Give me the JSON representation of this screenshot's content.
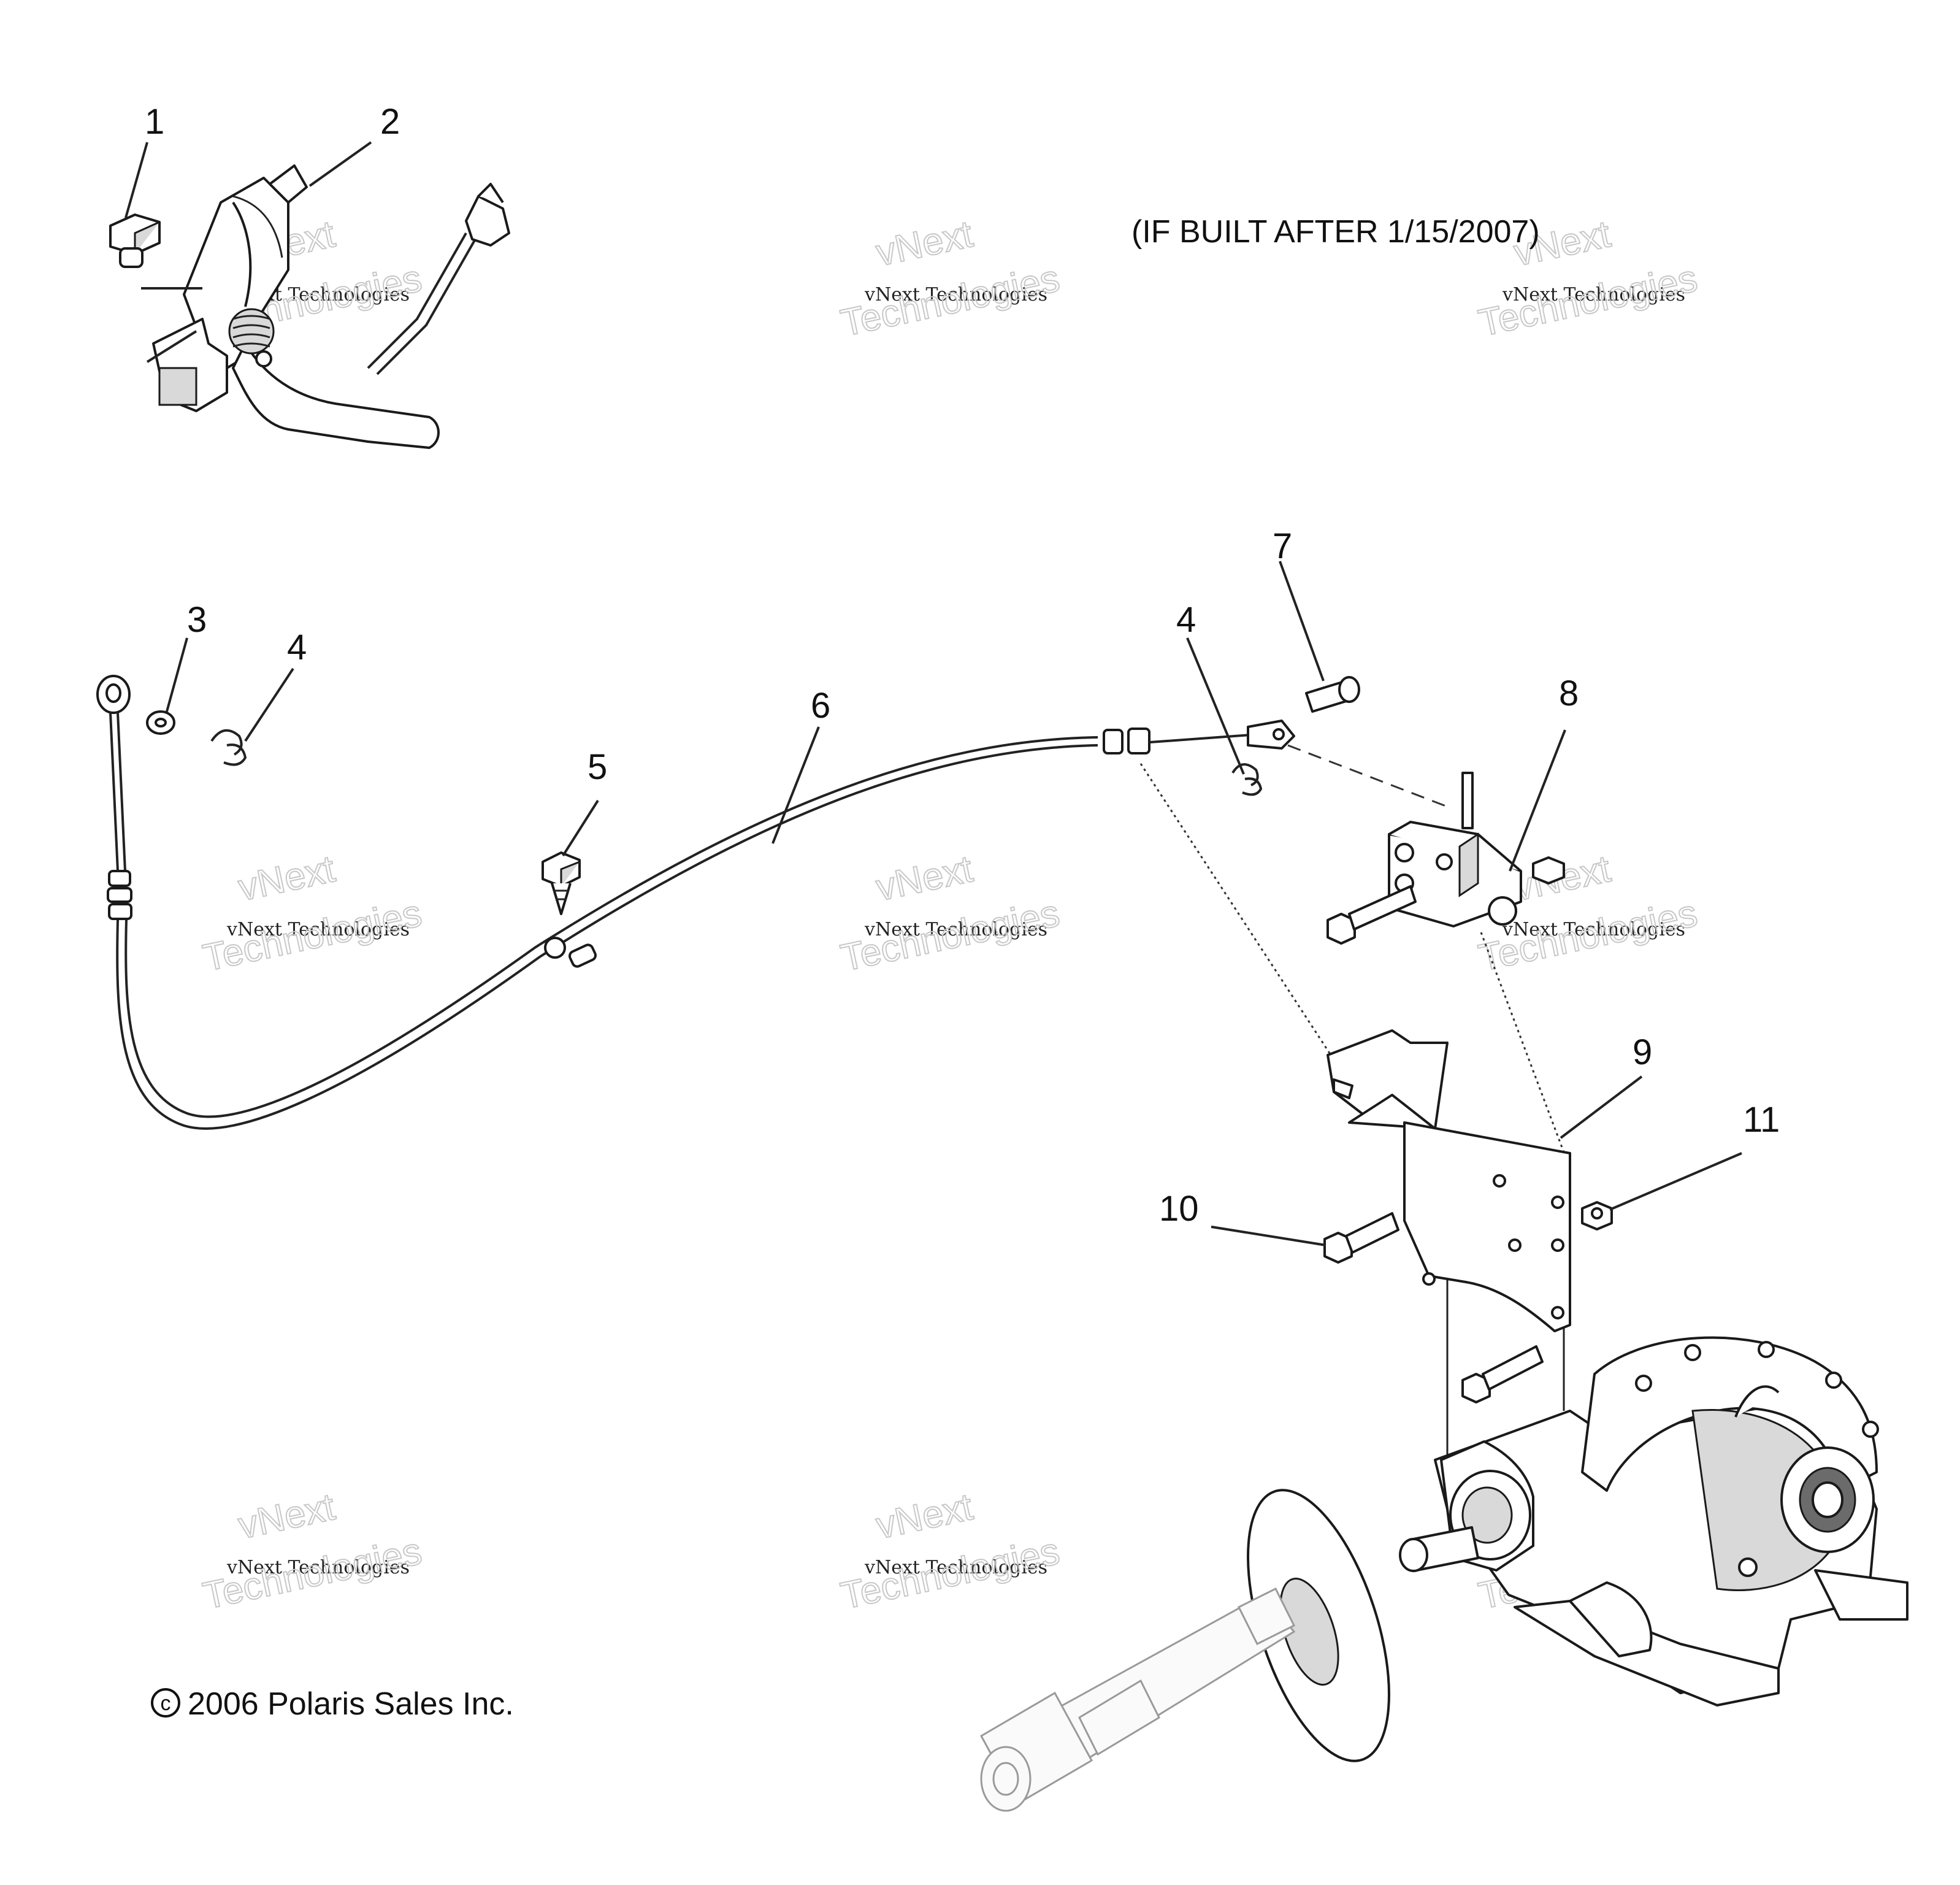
{
  "note": "(IF BUILT AFTER 1/15/2007)",
  "copyright": "2006 Polaris Sales Inc.",
  "copyright_symbol": "c",
  "callouts": [
    "1",
    "2",
    "3",
    "4",
    "4",
    "5",
    "6",
    "7",
    "8",
    "9",
    "10",
    "11"
  ],
  "watermark": {
    "brand_top": "vNext",
    "brand_line": "vNext Technologies",
    "brand_big": "Technologies"
  }
}
